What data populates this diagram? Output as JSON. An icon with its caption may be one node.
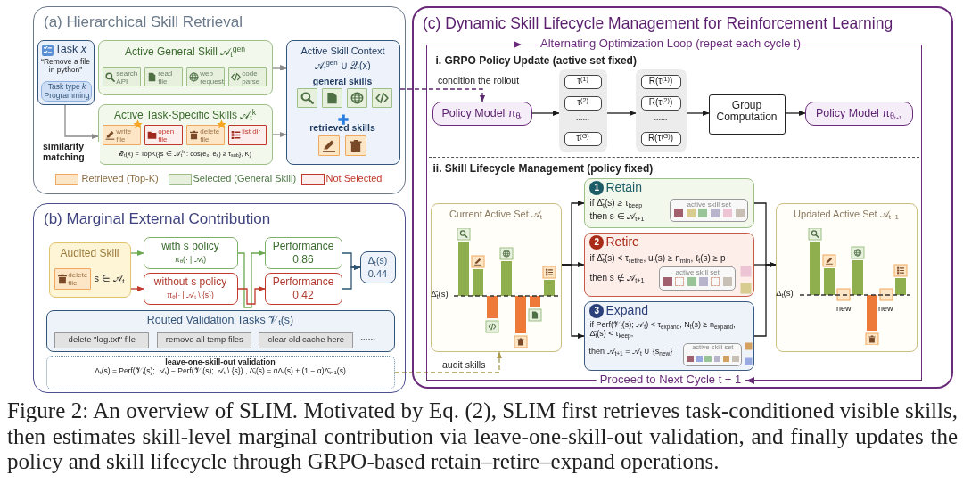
{
  "diagram": {
    "caption": "Figure 2: An overview of SLIM. Motivated by Eq. (2), SLIM first retrieves task-conditioned visible skills, then estimates skill-level marginal contribution via leave-one-skill-out validation, and finally updates the policy and skill lifecycle through GRPO-based retain–retire–expand operations.",
    "nodes": [
      {
        "text": [
          "(a) Hierarchical Skill Retrieval"
        ]
      },
      {
        "text": [
          "Task *x*",
          "“Remove a file in python”"
        ],
        "in": 0
      },
      {
        "text": [
          "Task type *k* Programming"
        ],
        "in": 1
      },
      {
        "text": [
          "Active General Skill 𝒜$_{t}$$^{gen}$"
        ],
        "in": 0
      },
      {
        "text": [
          "search API"
        ],
        "in": 3
      },
      {
        "text": [
          "read file"
        ],
        "in": 3
      },
      {
        "text": [
          "web request"
        ],
        "in": 3
      },
      {
        "text": [
          "code parse"
        ],
        "in": 3
      },
      {
        "text": [
          "Active Task-Specific Skills 𝒜$_{t}$$^{k}$",
          "𝒬$_{t}$(x) = TopK({s ∈ 𝒜$_{t}$$^{k}$ : cos(e$_{x}$, e$_{s}$) ≥ τ$_{sub}$}, K)"
        ],
        "in": 0
      },
      {
        "text": [
          "write file"
        ],
        "in": 8
      },
      {
        "text": [
          "open file"
        ],
        "in": 8
      },
      {
        "text": [
          "delete file"
        ],
        "in": 8
      },
      {
        "text": [
          "list dir"
        ],
        "in": 8
      },
      {
        "text": [
          "Active Skill Context",
          "𝒜$_{t}$$^{gen}$ ∪ 𝒬$_{t}$(x)"
        ],
        "in": 0
      },
      {
        "text": [],
        "shape": "box",
        "in": 13
      },
      {
        "text": [],
        "shape": "box",
        "in": 13
      },
      {
        "text": [],
        "shape": "box",
        "in": 13
      },
      {
        "text": [],
        "shape": "box",
        "in": 13
      },
      {
        "text": [],
        "shape": "box",
        "in": 13
      },
      {
        "text": [],
        "shape": "box",
        "in": 13
      },
      {
        "text": [
          "(b) Marginal External Contribution"
        ]
      },
      {
        "text": [
          "Audited Skill",
          "s ∈ 𝒜$_{t}$"
        ],
        "in": 20
      },
      {
        "text": [
          "delete file"
        ],
        "in": 21
      },
      {
        "text": [
          "with s policy",
          "π$_{θ}$(· | 𝒜$_{t}$)"
        ],
        "in": 20
      },
      {
        "text": [
          "without s policy",
          "π$_{θ}$(· | 𝒜$_{t}$ \\ {s})"
        ],
        "in": 20
      },
      {
        "text": [
          "Performance",
          "0.86"
        ],
        "in": 20
      },
      {
        "text": [
          "Performance",
          "0.42"
        ],
        "in": 20
      },
      {
        "text": [
          "Δ$_{t}$(s)",
          "0.44"
        ],
        "in": 20
      },
      {
        "text": [
          "Routed Validation Tasks 𝒱$_{t}$(s)"
        ],
        "in": 20
      },
      {
        "text": [
          "delete \"log.txt\" file"
        ],
        "in": 28
      },
      {
        "text": [
          "remove all temp files"
        ],
        "in": 28
      },
      {
        "text": [
          "clear old cache here"
        ],
        "in": 28
      },
      {
        "text": [
          "leave-one-skill-out validation",
          "Δ$_{t}$(s) = Perf(𝒱$_{t}$(s); 𝒜$_{t}$) − Perf(𝒱$_{t}$(s); 𝒜$_{t}$ \\ {s}) , Δ̄$_{t}$(s) = αΔ$_{t}$(s) + (1 − α)Δ̄$_{t−1}$(s)"
        ],
        "in": 20
      },
      {
        "text": [
          "(c) Dynamic Skill Lifecycle Management for Reinforcement Learning"
        ]
      },
      {
        "text": [
          "Alternating Optimization Loop (repeat each cycle t)"
        ],
        "beside": [
          "Proceed to Next Cycle t + 1"
        ],
        "in": 33
      },
      {
        "text": [
          "i. GRPO Policy Update (active set fixed)"
        ],
        "in": 34
      },
      {
        "text": [
          "Policy Model π$_{θₜ}$"
        ],
        "in": 35
      },
      {
        "text": [],
        "shape": "box",
        "in": 35
      },
      {
        "text": [
          "τ$^{(1)}$"
        ],
        "in": 37
      },
      {
        "text": [
          "τ$^{(2)}$"
        ],
        "in": 37
      },
      {
        "text": [
          "τ$^{(G)}$"
        ],
        "in": 37
      },
      {
        "text": [],
        "shape": "box",
        "in": 35
      },
      {
        "text": [
          "R(τ$^{(1)}$)"
        ],
        "in": 41
      },
      {
        "text": [
          "R(τ$^{(2)}$)"
        ],
        "in": 41
      },
      {
        "text": [
          "R(τ$^{(G)}$)"
        ],
        "in": 41
      },
      {
        "text": [
          "Group Computation"
        ],
        "in": 35
      },
      {
        "text": [
          "Policy Model π$_{θₜ₊₁}$"
        ],
        "in": 35
      },
      {
        "text": [
          "ii. Skill Lifecycle Management (policy fixed)"
        ],
        "in": 34
      },
      {
        "text": [
          "Current Active Set 𝒜$_{t}$"
        ],
        "in": 47
      },
      {
        "text": [
          "Retain",
          "if Δ̄$_{t}$(s) ≥ τ$_{keep}$",
          "then s ∈ 𝒜$_{t+1}$"
        ],
        "in": 47
      },
      {
        "text": [
          "1"
        ],
        "in": 49
      },
      {
        "text": [
          "active skill set"
        ],
        "in": 49
      },
      {
        "text": [
          "Retire",
          "if Δ̄$_{t}$(s) < τ$_{retire}$, u$_{t}$(s) ≥ n$_{min}$, ℓ$_{t}$(s) ≥ p",
          "then s ∉ 𝒜$_{t+1}$"
        ],
        "in": 47
      },
      {
        "text": [
          "2"
        ],
        "in": 52
      },
      {
        "text": [
          "active skill set"
        ],
        "in": 52
      },
      {
        "text": [
          "Expand",
          "if Perf(𝒱$_{t}$(s); 𝒜$_{t}$) < τ$_{expand}$, N$_{t}$(s) ≥ n$_{expand}$, Δ̄$_{t}$(s) < τ$_{keep}$,",
          "then 𝒜$_{t+1}$ = 𝒜$_{t}$ ∪ {s$_{new}$}"
        ],
        "in": 47
      },
      {
        "text": [
          "3"
        ],
        "in": 55
      },
      {
        "text": [
          "active skill set"
        ],
        "in": 55
      },
      {
        "text": [
          "Updated Active Set 𝒜$_{t+1}$"
        ],
        "in": 47
      }
    ],
    "edges": [
      {
        "from": 1,
        "to": 8,
        "arrow": "to",
        "label": "similarity matching",
        "color": "#8a8a8a"
      },
      {
        "from": 3,
        "to": 13,
        "arrow": "to",
        "color": "#8a8a8a"
      },
      {
        "from": 8,
        "to": 13,
        "arrow": "to",
        "color": "#8a8a8a"
      },
      {
        "from": 13,
        "to": 36,
        "arrow": "to",
        "label": "condition the rollout",
        "style": "dashed",
        "color": "#5b2a6e"
      },
      {
        "from": 21,
        "to": 23,
        "arrow": "to",
        "color": "#6aa84f"
      },
      {
        "from": 21,
        "to": 24,
        "arrow": "to",
        "color": "#c0392b"
      },
      {
        "from": 23,
        "to": 25,
        "arrow": "to",
        "color": "#6aa84f"
      },
      {
        "from": 24,
        "to": 26,
        "arrow": "to",
        "color": "#c0392b"
      },
      {
        "from": 25,
        "to": 27,
        "arrow": "to",
        "color": "#2e5573"
      },
      {
        "from": 26,
        "to": 27,
        "arrow": "to",
        "color": "#2e5573"
      },
      {
        "from": 36,
        "to": 37,
        "arrow": "to"
      },
      {
        "from": 37,
        "to": 41,
        "arrow": "to"
      },
      {
        "from": 41,
        "to": 45,
        "arrow": "to"
      },
      {
        "from": 45,
        "to": 46,
        "arrow": "to"
      },
      {
        "from": 32,
        "to": 48,
        "arrow": "to",
        "label": "audit skills",
        "style": "dashed",
        "color": "#a89a4a"
      },
      {
        "from": 48,
        "to": 49,
        "arrow": "to"
      },
      {
        "from": 48,
        "to": 52,
        "arrow": "to"
      },
      {
        "from": 48,
        "to": 55,
        "arrow": "to"
      },
      {
        "from": 49,
        "to": 58,
        "arrow": "to"
      },
      {
        "from": 52,
        "to": 58,
        "arrow": "to"
      },
      {
        "from": 55,
        "to": 58,
        "arrow": "to"
      }
    ],
    "labels": [
      "general skills",
      "retrieved skills",
      "......",
      "......",
      "......",
      "Δ̄$_{t}$(s)",
      "Δ̄$_{t}$(s)",
      "new",
      "new"
    ],
    "legend": [
      {
        "text": "Retrieved (Top-K)",
        "color": "#fde6c6"
      },
      {
        "text": "Selected (General Skill)",
        "color": "#e6f0dc"
      },
      {
        "text": "Not Selected",
        "color": "#fdeeee"
      }
    ]
  }
}
